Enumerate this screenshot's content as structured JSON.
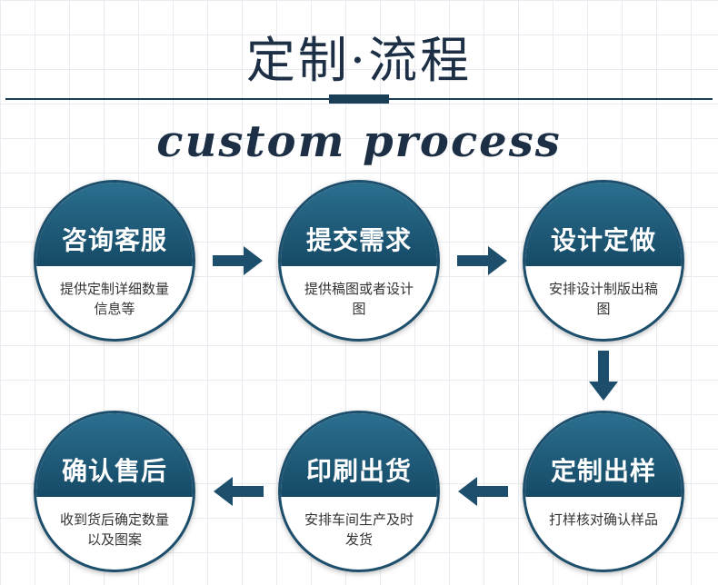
{
  "header": {
    "title": "定制·流程",
    "subtitle": "custom process"
  },
  "steps": [
    {
      "title": "咨询客服",
      "desc": "提供定制详细数量信息等"
    },
    {
      "title": "提交需求",
      "desc": "提供稿图或者设计图"
    },
    {
      "title": "设计定做",
      "desc": "安排设计制版出稿图"
    },
    {
      "title": "定制出样",
      "desc": "打样核对确认样品"
    },
    {
      "title": "印刷出货",
      "desc": "安排车间生产及时发货"
    },
    {
      "title": "确认售后",
      "desc": "收到货后确定数量以及图案"
    }
  ],
  "colors": {
    "accent": "#1d4f6c",
    "title_text": "#1c2f45",
    "circle_top": "#1f5c7a",
    "arrow": "#1d4f6c"
  },
  "icons": [
    "arrow-right-icon",
    "arrow-down-icon",
    "arrow-left-icon"
  ]
}
